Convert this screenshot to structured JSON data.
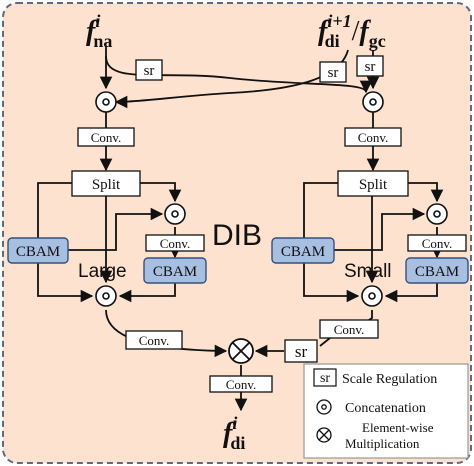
{
  "colors": {
    "panel_fill": "#fde2cf",
    "panel_border": "#5a6b88",
    "cbam_fill": "#a7bfe0",
    "cbam_border": "#34517a",
    "line": "#111111",
    "box_fill": "#ffffff"
  },
  "inputs": {
    "left": {
      "base": "f",
      "sup": "i",
      "sub": "na"
    },
    "right_a": {
      "base": "f",
      "sup": "i+1",
      "sub": "di"
    },
    "separator": "/",
    "right_b": {
      "base": "f",
      "sub": "gc"
    }
  },
  "output": {
    "base": "f",
    "sup": "i",
    "sub": "di"
  },
  "labels": {
    "sr": "sr",
    "conv": "Conv.",
    "split": "Split",
    "cbam": "CBAM",
    "dib": "DIB",
    "large": "Large",
    "small": "Small"
  },
  "legend": {
    "sr_symbol": "sr",
    "sr_text": "Scale Regulation",
    "concat_text": "Concatenation",
    "mult_text_line1": "Element-wise",
    "mult_text_line2": "Multiplication"
  }
}
